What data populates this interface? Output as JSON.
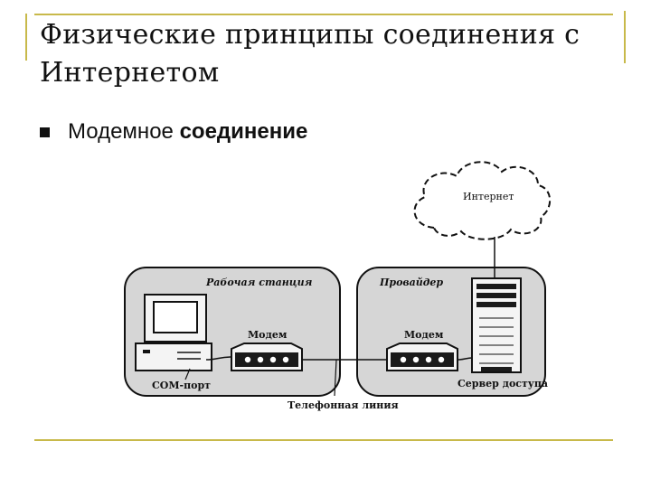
{
  "slide": {
    "title": "Физические принципы соединения с Интернетом",
    "bullet_plain": "Модемное ",
    "bullet_bold": "соединение"
  },
  "diagram": {
    "internet_label": "Интернет",
    "workstation_label": "Рабочая станция",
    "provider_label": "Провайдер",
    "modem_left_label": "Модем",
    "modem_right_label": "Модем",
    "com_port_label": "COM-порт",
    "access_server_label": "Сервер доступа",
    "phone_line_label": "Телефонная линия"
  },
  "colors": {
    "accent_line": "#c8b94a",
    "panel_fill": "#d6d6d6",
    "stroke": "#111111"
  }
}
